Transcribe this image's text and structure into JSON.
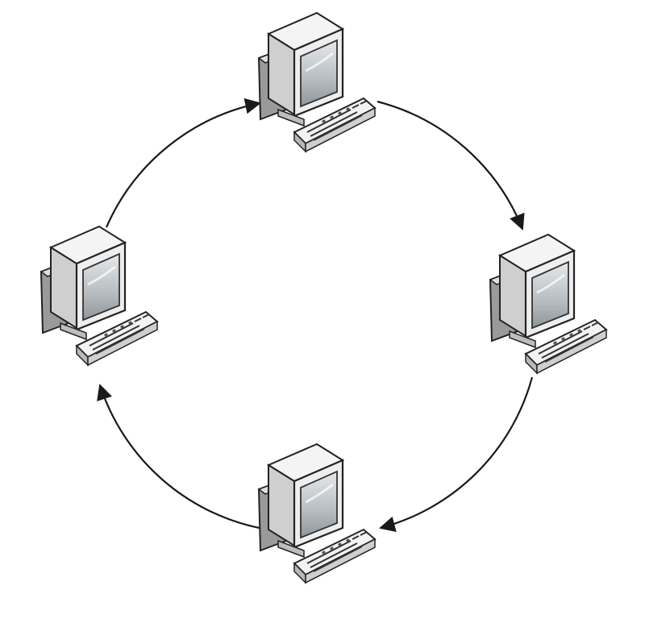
{
  "diagram": {
    "type": "ring-network",
    "direction": "clockwise",
    "node_count": 4,
    "nodes": [
      {
        "id": "top",
        "icon": "computer-icon"
      },
      {
        "id": "right",
        "icon": "computer-icon"
      },
      {
        "id": "bottom",
        "icon": "computer-icon"
      },
      {
        "id": "left",
        "icon": "computer-icon"
      }
    ],
    "links": [
      {
        "from": "top",
        "to": "right"
      },
      {
        "from": "right",
        "to": "bottom"
      },
      {
        "from": "bottom",
        "to": "left"
      },
      {
        "from": "left",
        "to": "top"
      }
    ],
    "colors": {
      "line": "#1a1a1a",
      "case_light": "#f2f2f2",
      "case_mid": "#d6d6d6",
      "case_dark": "#9a9a9a",
      "screen": "#b9c0c4",
      "outline": "#222222"
    }
  }
}
